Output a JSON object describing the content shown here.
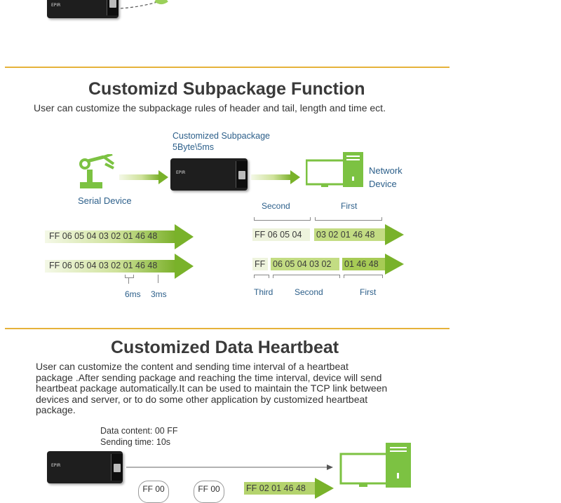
{
  "section_subpackage": {
    "title": "Customizd Subpackage Function",
    "subtitle": "User can customize the subpackage rules of header and tail, length and time ect.",
    "device_label_line1": "Customized Subpackage",
    "device_label_line2": "5Byte\\5ms",
    "serial_device_label": "Serial Device",
    "network_device_line1": "Network",
    "network_device_line2": "Device",
    "input_packet_1": "FF 06 05 04 03 02 01 46 48",
    "input_packet_2": "FF 06 05 04 03 02 01 46 48",
    "timing_labels": [
      "6ms",
      "3ms"
    ],
    "length_split": {
      "labels": [
        "Second",
        "First"
      ],
      "segments": [
        "FF 06 05 04",
        "03 02 01 46 48"
      ]
    },
    "time_split": {
      "labels": [
        "Third",
        "Second",
        "First"
      ],
      "segments": [
        "FF",
        "06 05 04 03 02",
        "01 46 48"
      ]
    },
    "device_brand": "EPIR"
  },
  "section_heartbeat": {
    "title": "Customized Data Heartbeat",
    "description_lines": [
      "User can customize the content and sending time interval of a heartbeat",
      "package .After sending package and reaching the time interval, device will send",
      "heartbeat package automatically.It can be used to maintain the TCP link between",
      "devices and server, or to do some other application by customized heartbeat",
      "package."
    ],
    "data_content": "Data content: 00 FF",
    "sending_time": "Sending time: 10s",
    "heartbeat_packets": [
      "FF 00",
      "FF 00"
    ],
    "data_packet": "FF 02 01 46 48"
  },
  "colors": {
    "rule": "#e6b23a",
    "arrow_green": "#79b22a",
    "icon_green": "#7cc242"
  }
}
